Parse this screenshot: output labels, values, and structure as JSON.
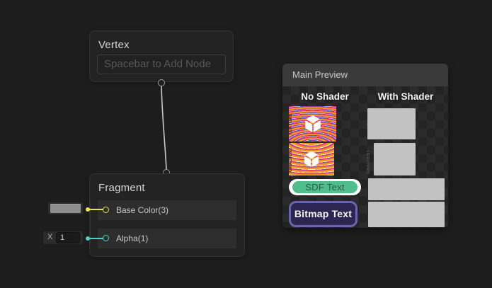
{
  "vertex_node": {
    "title": "Vertex",
    "add_node_placeholder": "Spacebar to Add Node"
  },
  "fragment_node": {
    "title": "Fragment",
    "slots": [
      {
        "label": "Base Color(3)",
        "port_color": "#e8e44d"
      },
      {
        "label": "Alpha(1)",
        "port_color": "#4fd1c0"
      }
    ]
  },
  "alpha_widget": {
    "label": "X",
    "value": "1"
  },
  "preview": {
    "title": "Main Preview",
    "columns": [
      "No Shader",
      "With Shader"
    ],
    "texture_label": "TEXTURE",
    "gradient_label": "GRADIENT",
    "gradient_label_right": "GRADIENT",
    "sdf_text": "SDF Text",
    "bitmap_text": "Bitmap Text"
  },
  "colors": {
    "canvas_bg": "#1d1d1d",
    "node_bg": "#232323",
    "slot_bg": "#2d2d2d",
    "vector3_port": "#e8e44d",
    "float_port": "#4fd1c0",
    "edge": "#c9c9c9",
    "preview_header_bg": "#3a3a3a",
    "sdf_fill": "#4fbd8c",
    "bitmap_fill": "#2d2653",
    "bitmap_border": "#6c64ad",
    "color_swatch": "#8e8e8e",
    "shader_output_gray": "#c2c2c2"
  }
}
